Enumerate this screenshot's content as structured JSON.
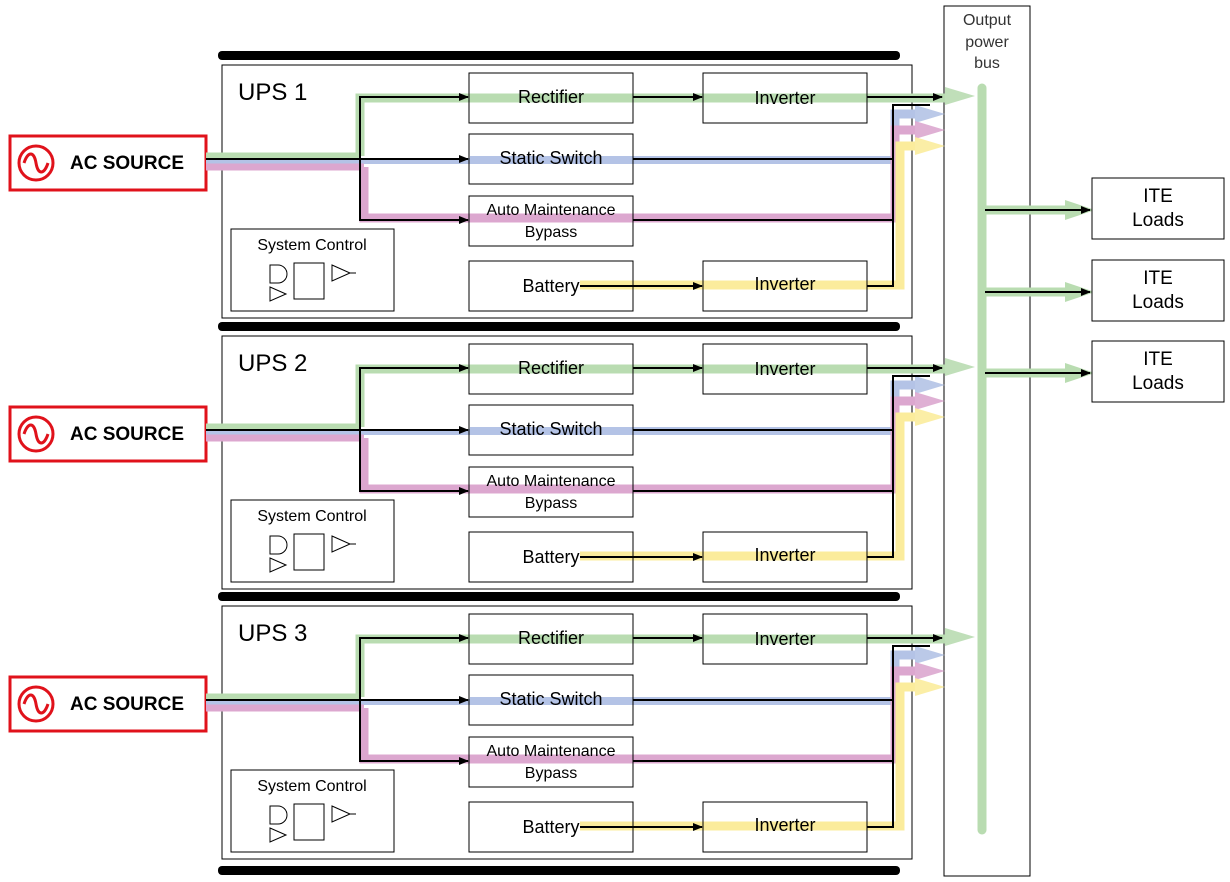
{
  "colors": {
    "ac_red": "#e0121b",
    "rectifier_flow": "#b9dcb1",
    "static_switch_flow": "#b4c3e6",
    "bypass_flow": "#dca7cf",
    "battery_flow": "#fbec9c",
    "bus_flow": "#b9dcb1"
  },
  "icons": {
    "ac_source": "sine-wave-in-circle-icon",
    "system_control": "logic-circuit-icon"
  },
  "output_bus": {
    "label_line1": "Output",
    "label_line2": "power",
    "label_line3": "bus"
  },
  "ups_units": [
    {
      "title": "UPS 1",
      "ac_source_label": "AC SOURCE",
      "rectifier_label": "Rectifier",
      "inverter_label": "Inverter",
      "static_switch_label": "Static Switch",
      "bypass_label_line1": "Auto Maintenance",
      "bypass_label_line2": "Bypass",
      "battery_label": "Battery",
      "battery_inverter_label": "Inverter",
      "system_control_label": "System Control"
    },
    {
      "title": "UPS 2",
      "ac_source_label": "AC SOURCE",
      "rectifier_label": "Rectifier",
      "inverter_label": "Inverter",
      "static_switch_label": "Static Switch",
      "bypass_label_line1": "Auto Maintenance",
      "bypass_label_line2": "Bypass",
      "battery_label": "Battery",
      "battery_inverter_label": "Inverter",
      "system_control_label": "System Control"
    },
    {
      "title": "UPS 3",
      "ac_source_label": "AC SOURCE",
      "rectifier_label": "Rectifier",
      "inverter_label": "Inverter",
      "static_switch_label": "Static Switch",
      "bypass_label_line1": "Auto Maintenance",
      "bypass_label_line2": "Bypass",
      "battery_label": "Battery",
      "battery_inverter_label": "Inverter",
      "system_control_label": "System Control"
    }
  ],
  "loads": [
    {
      "line1": "ITE",
      "line2": "Loads"
    },
    {
      "line1": "ITE",
      "line2": "Loads"
    },
    {
      "line1": "ITE",
      "line2": "Loads"
    }
  ]
}
